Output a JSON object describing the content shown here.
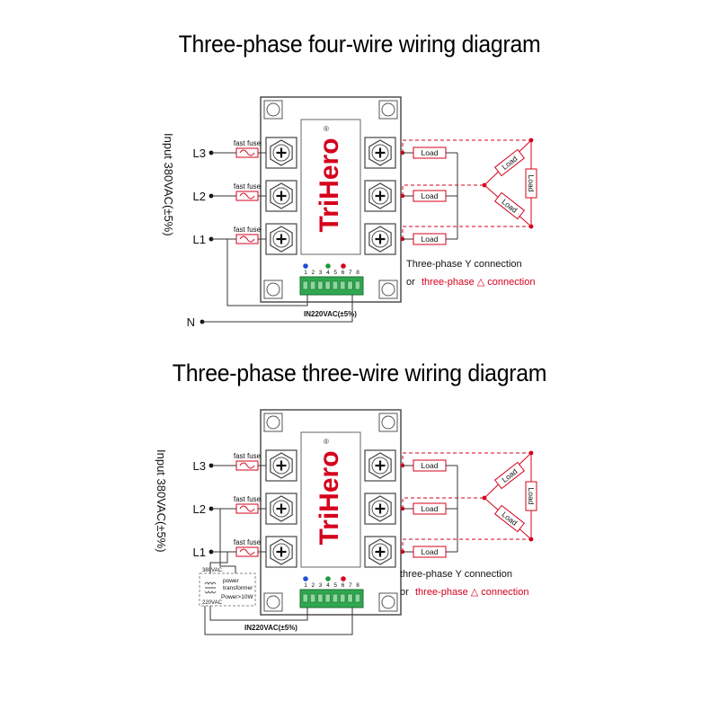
{
  "colors": {
    "red": "#d6001c",
    "line": "#333333",
    "terminal_green": "#2fa84f",
    "led_blue": "#1f4fd8",
    "led_green": "#1c9a3a",
    "led_red": "#d6001c"
  },
  "diagrams": [
    {
      "title": "Three-phase four-wire wiring diagram",
      "input_label": "Input 380VAC(±5%)",
      "phases": [
        "L3",
        "L2",
        "L1"
      ],
      "neutral": "N",
      "fuse_label": "fast fuse",
      "brand": "TriHero",
      "registered": "®",
      "terminal_numbers": [
        "1",
        "2",
        "3",
        "4",
        "5",
        "6",
        "7",
        "8"
      ],
      "control_label": "IN220VAC(±5%)",
      "load_label": "Load",
      "y_connection": "Three-phase Y connection",
      "or_text": "or",
      "delta_connection": "three-phase △ connection"
    },
    {
      "title": "Three-phase three-wire wiring diagram",
      "input_label": "Input 380VAC(±5%)",
      "phases": [
        "L3",
        "L2",
        "L1"
      ],
      "fuse_label": "fast fuse",
      "brand": "TriHero",
      "registered": "®",
      "terminal_numbers": [
        "1",
        "2",
        "3",
        "4",
        "5",
        "6",
        "7",
        "8"
      ],
      "control_label": "IN220VAC(±5%)",
      "transformer": {
        "primary": "380VAC",
        "secondary": "220VAC",
        "name_line1": "power",
        "name_line2": "transformer",
        "power": "Power>10W"
      },
      "load_label": "Load",
      "y_connection": "three-phase Y connection",
      "or_text": "or",
      "delta_connection": "three-phase △ connection"
    }
  ]
}
